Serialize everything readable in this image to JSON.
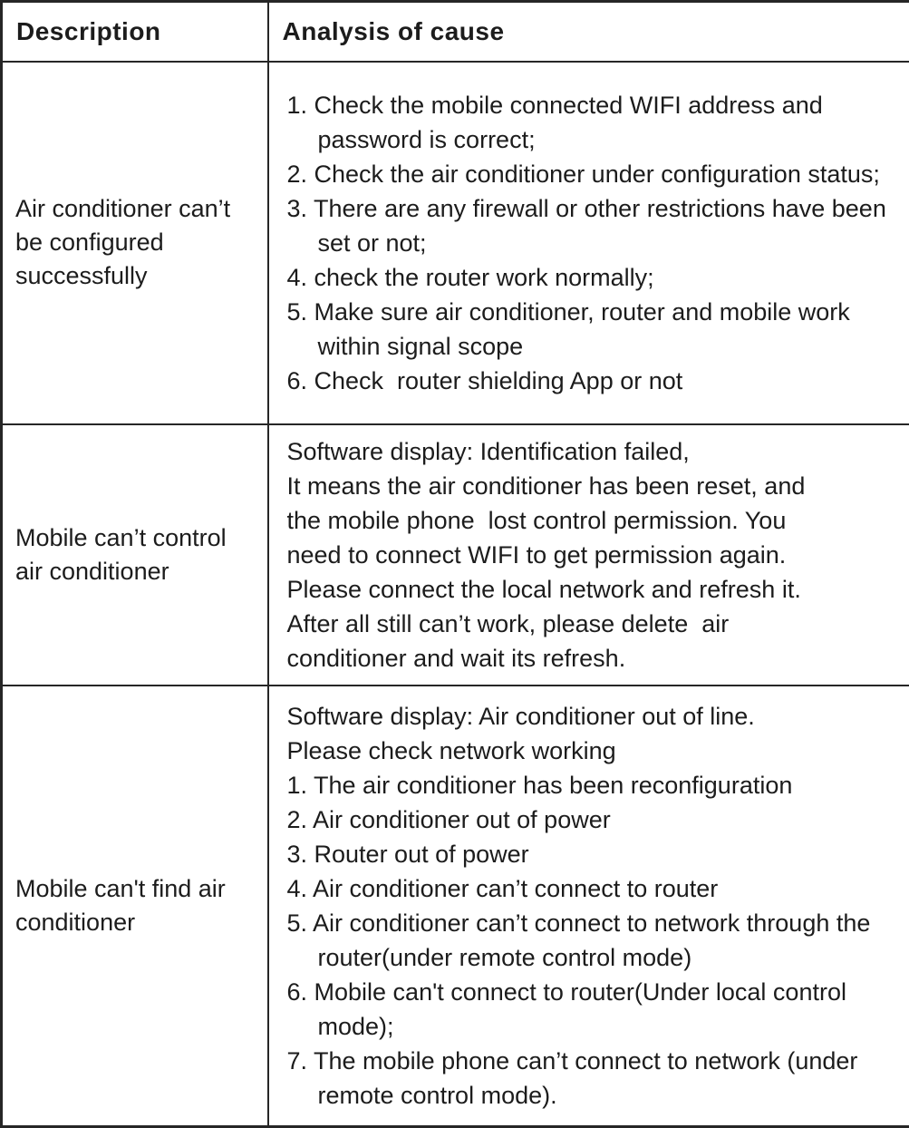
{
  "table": {
    "header": {
      "description": "Description",
      "analysis": "Analysis of cause"
    },
    "rows": [
      {
        "description": "Air conditioner can’t be configured successfully",
        "items": [
          "1. Check the mobile connected WIFI address and password is correct;",
          "2. Check the air conditioner under configuration status;",
          "3. There are any firewall or other restrictions have been set or not;",
          "4. check the router work normally;",
          "5. Make sure air conditioner, router and mobile work within signal scope",
          "6. Check  router shielding App or not"
        ]
      },
      {
        "description": "Mobile can’t control air conditioner",
        "lines": [
          "Software display: Identification failed,",
          "It means the air conditioner has been reset, and",
          "the mobile phone  lost control permission. You",
          "need to connect WIFI to get permission again.",
          "Please connect the local network and refresh it.",
          "After all still can’t work, please delete  air",
          "conditioner and wait its refresh."
        ]
      },
      {
        "description": "Mobile can't find air conditioner",
        "lines": [
          "Software display: Air conditioner out of line.",
          "Please check network working"
        ],
        "items": [
          "1. The air conditioner has been reconfiguration",
          "2. Air conditioner out of power",
          "3. Router out of power",
          "4. Air conditioner can’t connect to router",
          "5. Air conditioner can’t connect to network through the router(under remote control mode)",
          "6. Mobile can't connect to router(Under local control mode);",
          "7. The mobile phone can’t connect to network (under remote control mode)."
        ]
      }
    ]
  }
}
